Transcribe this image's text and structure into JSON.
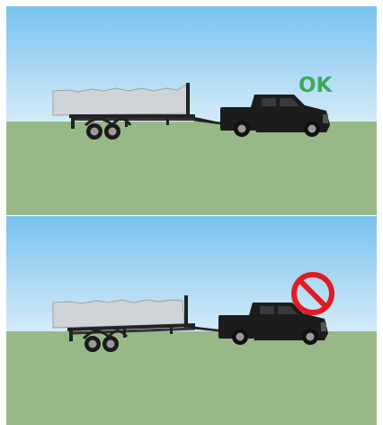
{
  "panels": [
    {
      "id": "top",
      "status_text": "OK",
      "status_color": "#3daa5a",
      "scene": "level-trailer-hitch"
    },
    {
      "id": "bottom",
      "status_icon": "prohibited-icon",
      "status_color": "#e11b22",
      "scene": "tilted-trailer-hitch"
    }
  ],
  "colors": {
    "sky_top": "#79c2ee",
    "sky_bottom": "#d3ebf8",
    "ground": "#98b887",
    "load": "#d0d4d8",
    "truck": "#1c1c1c",
    "wheel_rim": "#9a9a9a"
  }
}
